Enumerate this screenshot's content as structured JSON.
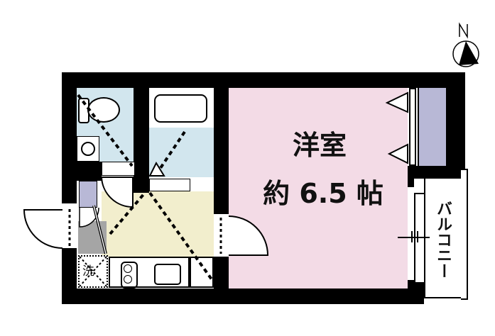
{
  "floorplan": {
    "rooms": {
      "western_room": {
        "name": "洋室",
        "size": "約 6.5 帖",
        "color": "#f3dbe6"
      },
      "balcony": {
        "name": "バルコニー"
      },
      "kitchen": {
        "color": "#f2eecd"
      },
      "bathroom": {
        "color": "#d2e6ee"
      },
      "toilet": {
        "color": "#d2e6ee"
      },
      "closet": {
        "color": "#b8b8d6"
      },
      "washer": {
        "label": "洗"
      }
    },
    "compass": {
      "label": "N"
    },
    "colors": {
      "wall": "#000000",
      "pink": "#f3dbe6",
      "blue": "#d2e6ee",
      "yellow": "#f2eecd",
      "lavender": "#b8b8d6",
      "gray": "#a5a5a5"
    }
  }
}
